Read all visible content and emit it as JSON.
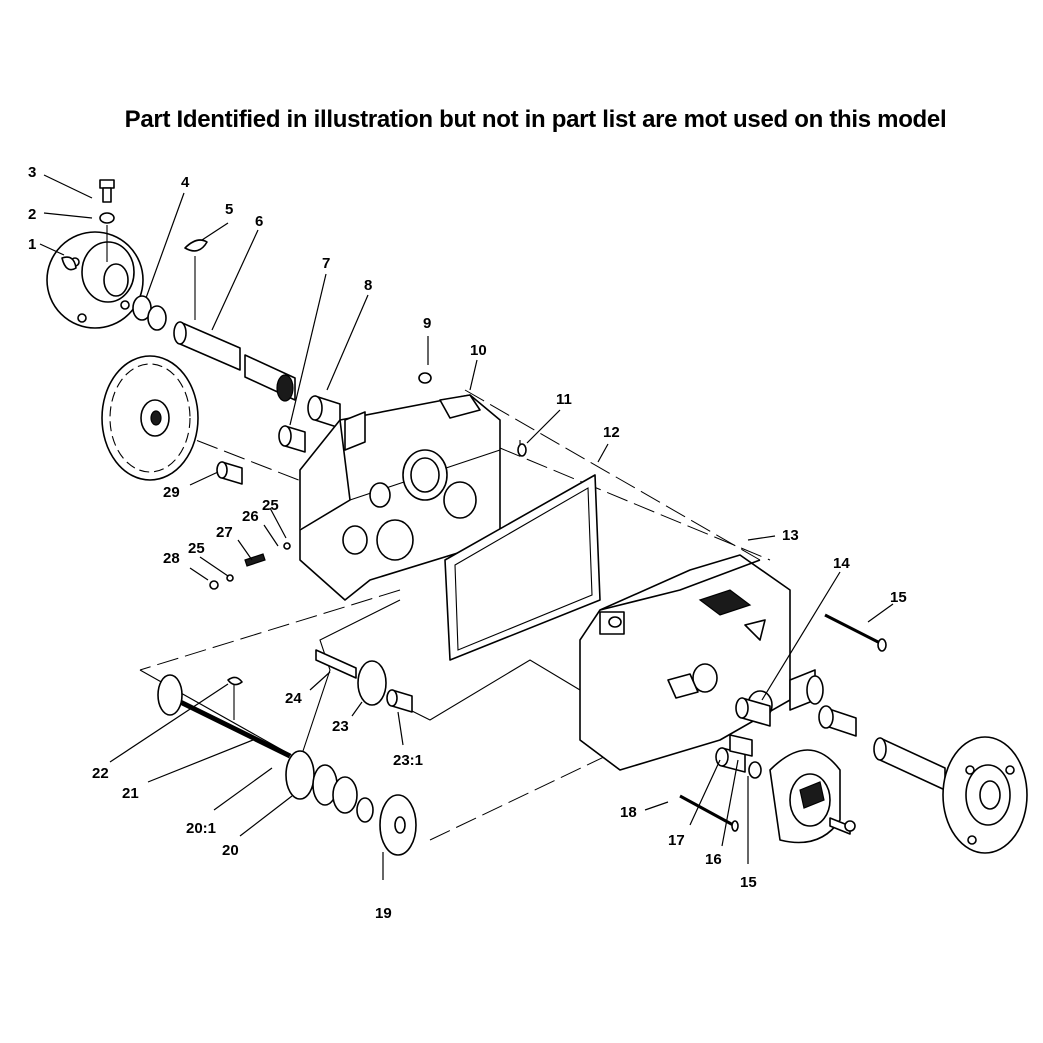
{
  "title": "Part Identified in illustration but not in part list are mot used on this model",
  "callouts": [
    {
      "id": "c1",
      "label": "1"
    },
    {
      "id": "c2",
      "label": "2"
    },
    {
      "id": "c3",
      "label": "3"
    },
    {
      "id": "c4",
      "label": "4"
    },
    {
      "id": "c5",
      "label": "5"
    },
    {
      "id": "c6",
      "label": "6"
    },
    {
      "id": "c7",
      "label": "7"
    },
    {
      "id": "c8",
      "label": "8"
    },
    {
      "id": "c9",
      "label": "9"
    },
    {
      "id": "c10",
      "label": "10"
    },
    {
      "id": "c11",
      "label": "11"
    },
    {
      "id": "c12",
      "label": "12"
    },
    {
      "id": "c13",
      "label": "13"
    },
    {
      "id": "c14",
      "label": "14"
    },
    {
      "id": "c15a",
      "label": "15"
    },
    {
      "id": "c15b",
      "label": "15"
    },
    {
      "id": "c16",
      "label": "16"
    },
    {
      "id": "c17",
      "label": "17"
    },
    {
      "id": "c18",
      "label": "18"
    },
    {
      "id": "c19",
      "label": "19"
    },
    {
      "id": "c20",
      "label": "20"
    },
    {
      "id": "c20_1",
      "label": "20:1"
    },
    {
      "id": "c21",
      "label": "21"
    },
    {
      "id": "c22",
      "label": "22"
    },
    {
      "id": "c23",
      "label": "23"
    },
    {
      "id": "c23_1",
      "label": "23:1"
    },
    {
      "id": "c24",
      "label": "24"
    },
    {
      "id": "c25a",
      "label": "25"
    },
    {
      "id": "c25b",
      "label": "25"
    },
    {
      "id": "c26",
      "label": "26"
    },
    {
      "id": "c27",
      "label": "27"
    },
    {
      "id": "c28",
      "label": "28"
    },
    {
      "id": "c29",
      "label": "29"
    }
  ]
}
